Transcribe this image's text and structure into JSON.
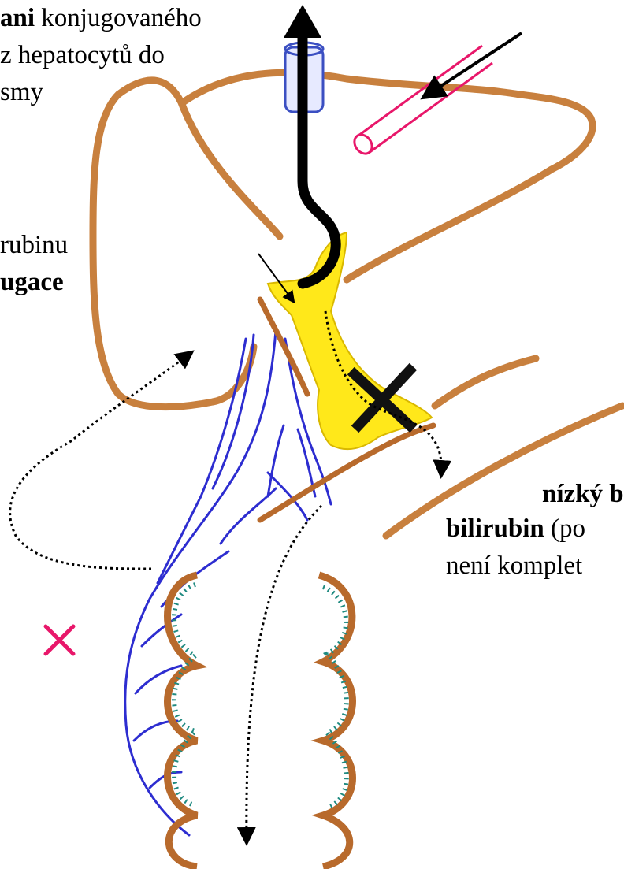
{
  "text_top": {
    "line1_bold": "ani",
    "line1_rest": " konjugovaného",
    "line2": "z hepatocytů do",
    "line3": "smy"
  },
  "text_left": {
    "line1": "rubinu",
    "line2_bold": "ugace"
  },
  "text_right": {
    "line1_bold": "nízký b",
    "line2_bold": "bilirubin",
    "line2_rest": " (po",
    "line3": "není komplet"
  },
  "colors": {
    "liver_outline": "#c8803e",
    "intestine_wall": "#b86a2c",
    "intestine_dots": "#1f8a80",
    "bile_yellow": "#ffe81a",
    "vein_blue": "#2d2dd0",
    "artery_magenta": "#e8176a",
    "arrow_black": "#000000"
  },
  "icons": [
    "cross-mark-icon",
    "blocked-x-icon",
    "arrow-up-icon"
  ]
}
